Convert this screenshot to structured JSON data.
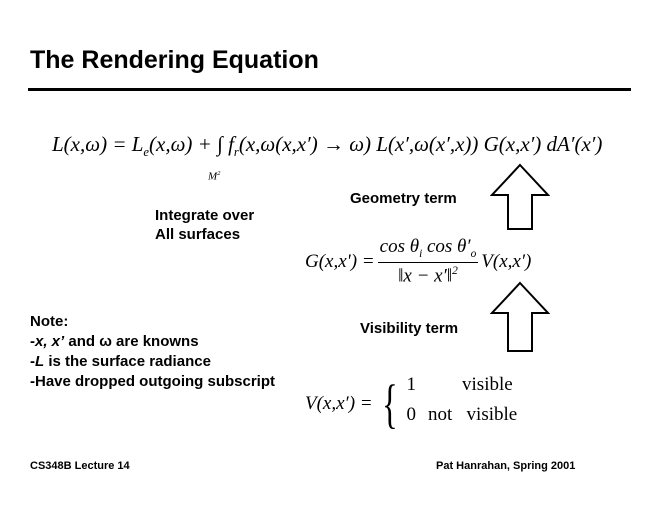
{
  "title": "The Rendering Equation",
  "equation_main": {
    "lhs": "L(x,ω) = ",
    "le": "L",
    "le_sub": "e",
    "le_args": "(x,ω) + ∫  ",
    "fr": "f",
    "fr_sub": "r",
    "rest": "(x,ω(x,x′) → ω) L(x′,ω(x′,x)) G(x,x′) dA′(x′)",
    "domain": "M",
    "domain_sup": "2"
  },
  "labels": {
    "geometry_term": "Geometry term",
    "integrate_line1": "Integrate over",
    "integrate_line2": "All surfaces",
    "visibility_term": "Visibility term"
  },
  "equation_g": {
    "lhs": "G(x,x') =",
    "numerator": "cos θ",
    "num_sub1": "i",
    "num_mid": " cos θ′",
    "num_sub2": "o",
    "denominator": "‖x − x′‖",
    "den_sup": "2",
    "rhs": "V(x,x′)"
  },
  "note": {
    "heading": "Note:",
    "line1_prefix": "-",
    "line1_vars": "x, x’",
    "line1_rest": " and ω are knowns",
    "line2_prefix": "-",
    "line2_var": "L",
    "line2_rest": " is the surface radiance",
    "line3": "-Have dropped outgoing subscript"
  },
  "equation_v": {
    "lhs": "V(x,x′) =",
    "case1_value": "1",
    "case1_label": "visible",
    "case2_value": "0",
    "case2_label": "not   visible"
  },
  "footer": {
    "left": "CS348B Lecture 14",
    "right": "Pat Hanrahan, Spring 2001"
  }
}
